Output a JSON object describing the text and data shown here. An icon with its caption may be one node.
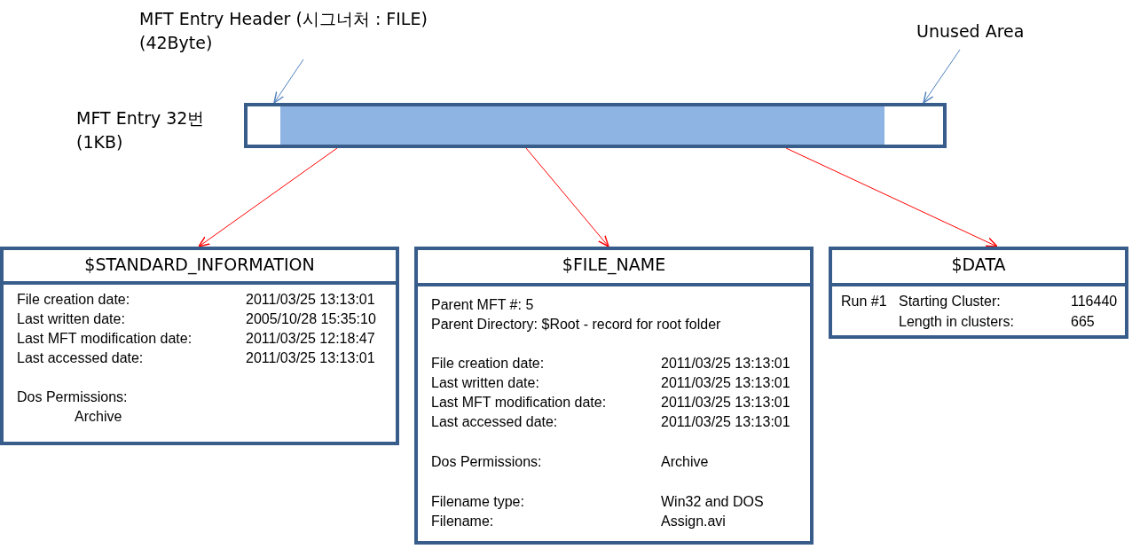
{
  "diagram": {
    "nodes": [
      {
        "text": [
          "MFT Entry Header (시그너처 : FILE) (42Byte)"
        ]
      },
      {
        "text": [
          "Unused Area"
        ]
      },
      {
        "text": [],
        "shape": "box"
      },
      {
        "text": [],
        "shape": "box"
      },
      {
        "text": [],
        "shape": "box"
      },
      {
        "text": [],
        "shape": "box"
      },
      {
        "text": [],
        "shape": "box"
      },
      {
        "text": [
          "$STANDARD_INFORMATION",
          "File creation date:",
          "2011/03/25 13:13:01",
          "Last written date:",
          "2005/10/28 15:35:10",
          "Last MFT modification date:",
          "2011/03/25 12:18:47",
          "Last accessed date:",
          "2011/03/25 13:13:01",
          "Dos Permissions:",
          "Archive"
        ]
      },
      {
        "text": [
          "$FILE_NAME",
          "Parent MFT #: 5",
          "Parent Directory: $Root - record for root folder",
          "File creation date:",
          "2011/03/25 13:13:01",
          "Last written date:",
          "2011/03/25 13:13:01",
          "Last MFT modification date:",
          "2011/03/25 13:13:01",
          "Last accessed date:",
          "2011/03/25 13:13:01",
          "Dos Permissions:",
          "Archive",
          "Filename type:",
          "Win32 and DOS",
          "Filename:",
          "Assign.avi"
        ]
      },
      {
        "text": [
          "$DATA",
          "Run #1",
          "Starting Cluster:",
          "116440",
          "Length in clusters:",
          "665"
        ]
      }
    ],
    "edges": [
      {
        "from": 0,
        "to": 2,
        "arrow": "to",
        "color": "#4f81bd"
      },
      {
        "from": 1,
        "to": 6,
        "arrow": "to",
        "color": "#4f81bd"
      },
      {
        "from": 3,
        "to": 7,
        "arrow": "to"
      },
      {
        "from": 4,
        "to": 8,
        "arrow": "to"
      },
      {
        "from": 5,
        "to": 9,
        "arrow": "to"
      }
    ],
    "labels": [
      "MFT Entry 32번 (1KB)"
    ]
  }
}
